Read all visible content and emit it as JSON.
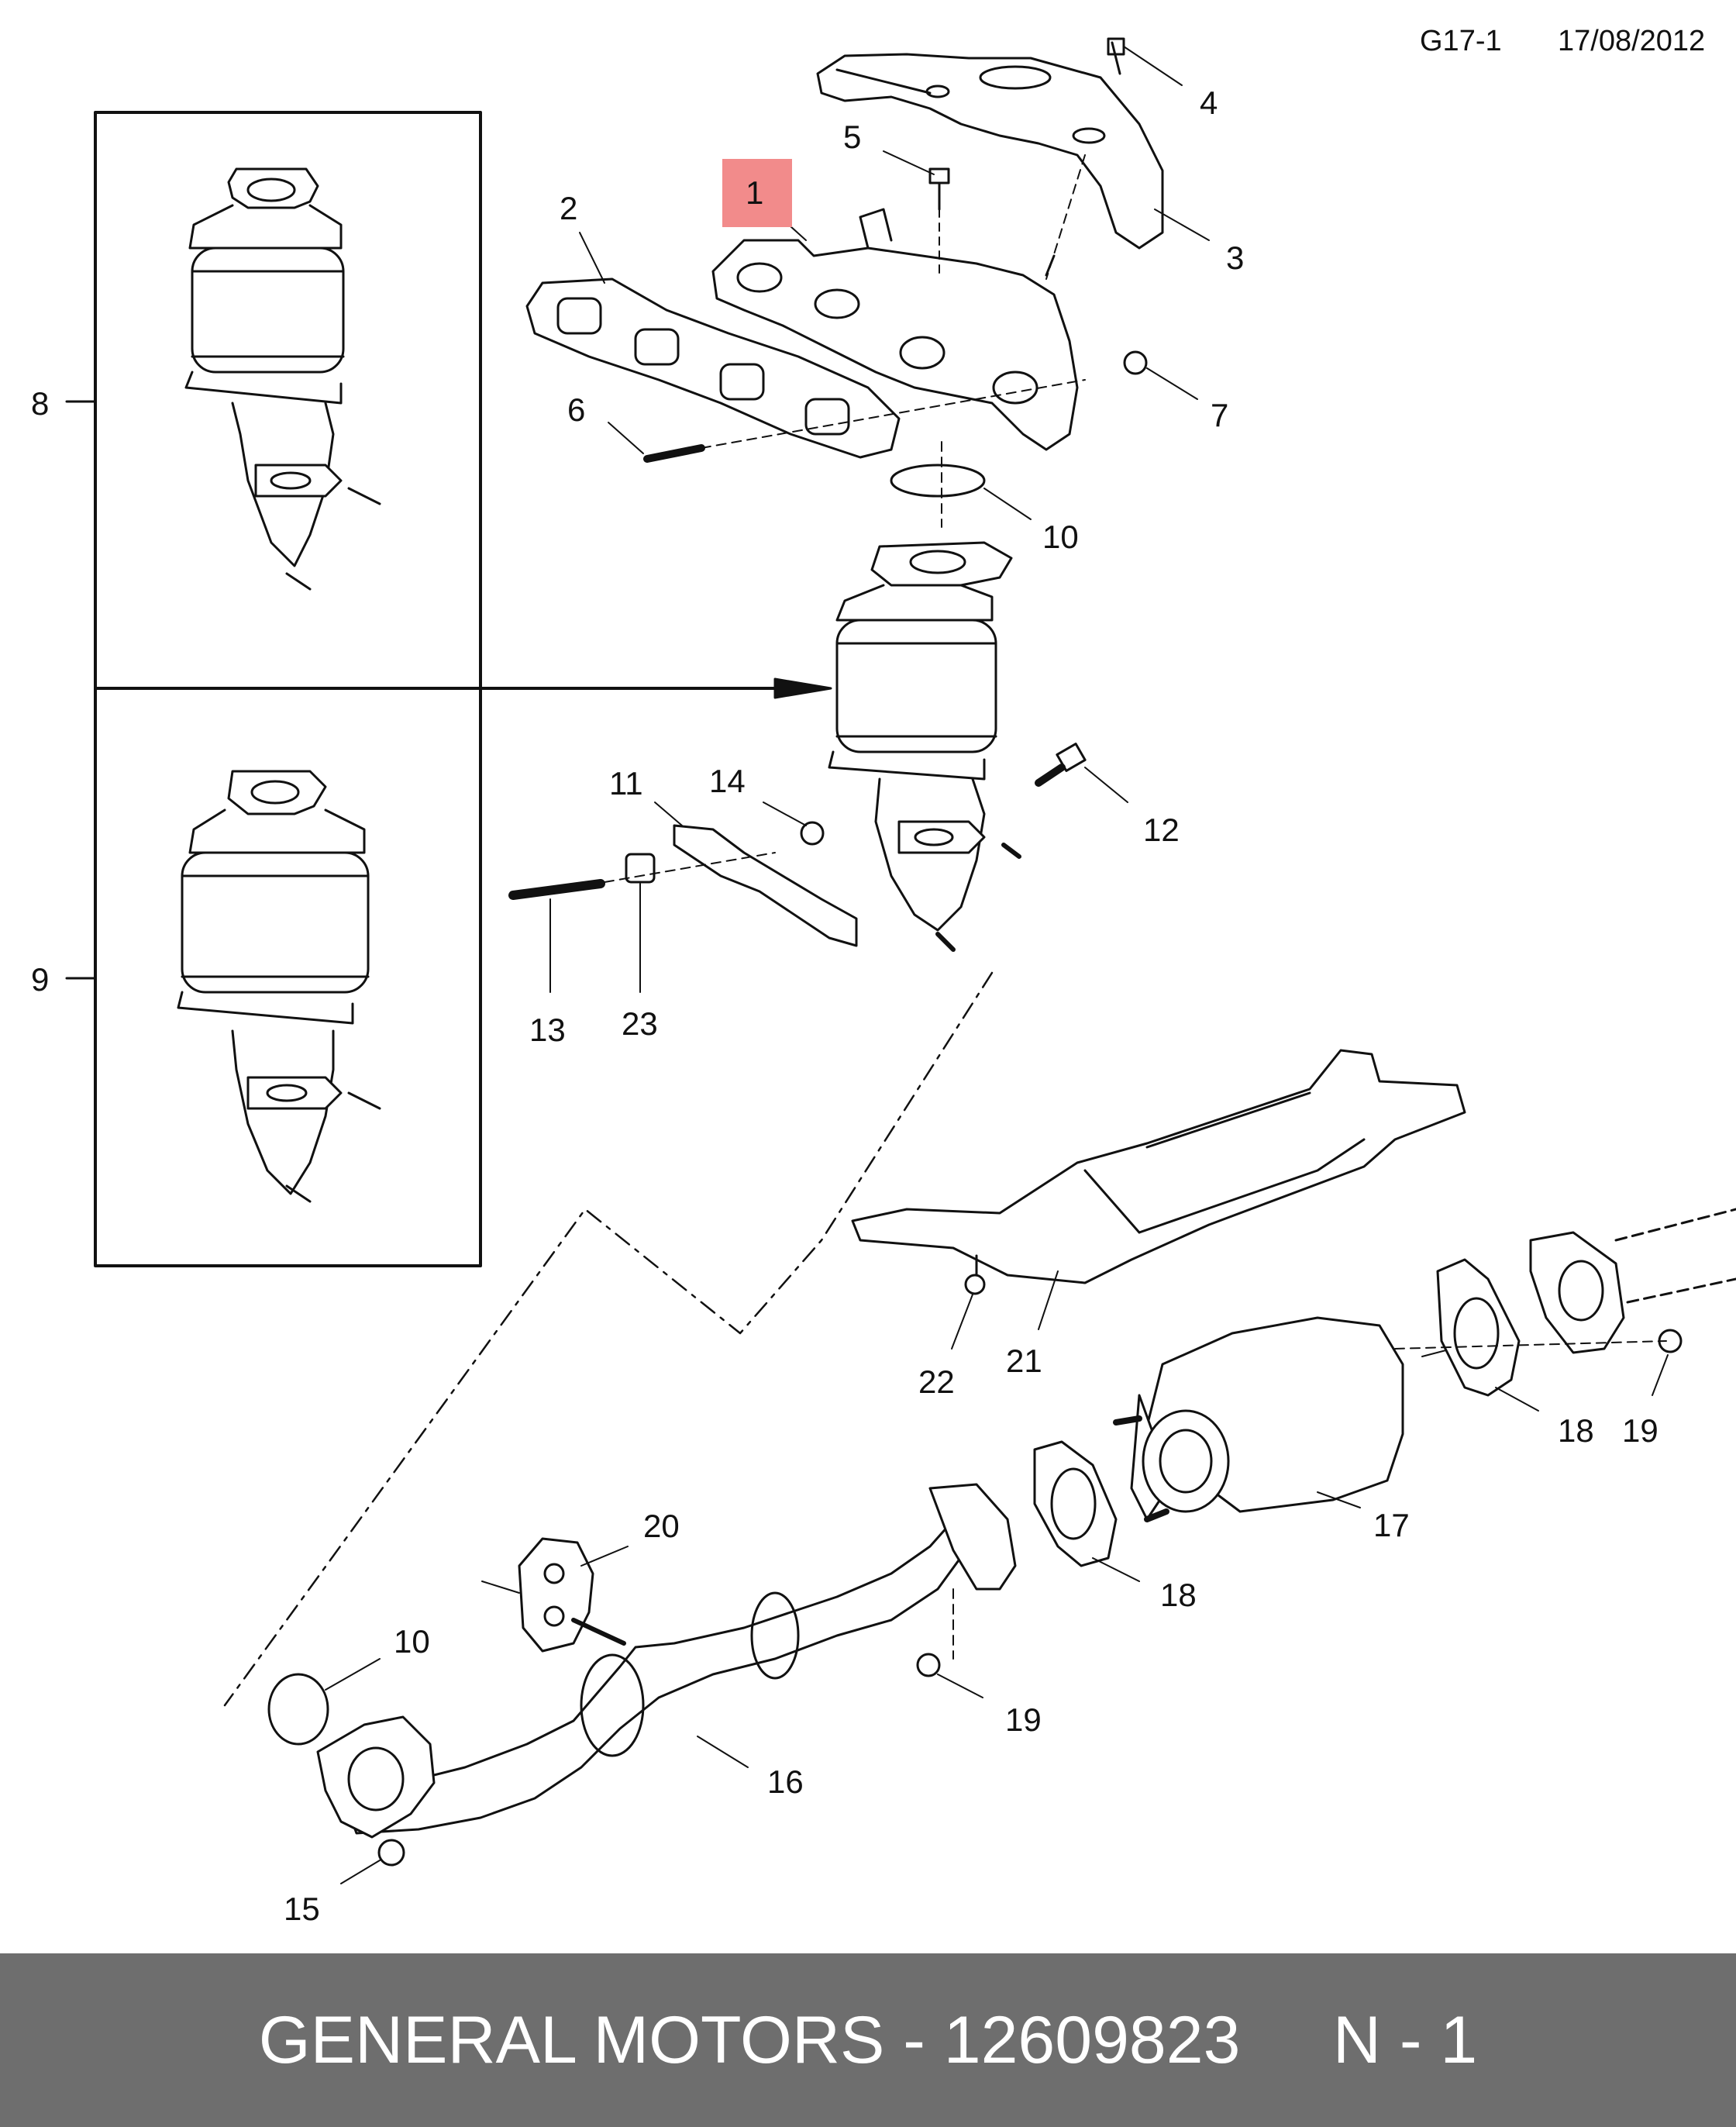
{
  "header": {
    "code": "G17-1",
    "date": "17/08/2012"
  },
  "highlight": {
    "color": "#f28b8b",
    "callout": "1"
  },
  "callouts": [
    "2",
    "3",
    "4",
    "5",
    "6",
    "7",
    "8",
    "9",
    "10",
    "11",
    "12",
    "13",
    "14",
    "15",
    "16",
    "17",
    "18",
    "19",
    "20",
    "21",
    "22",
    "23"
  ],
  "footer": {
    "text": "GENERAL MOTORS - 12609823     N - 1",
    "background": "#6e6e6e"
  }
}
